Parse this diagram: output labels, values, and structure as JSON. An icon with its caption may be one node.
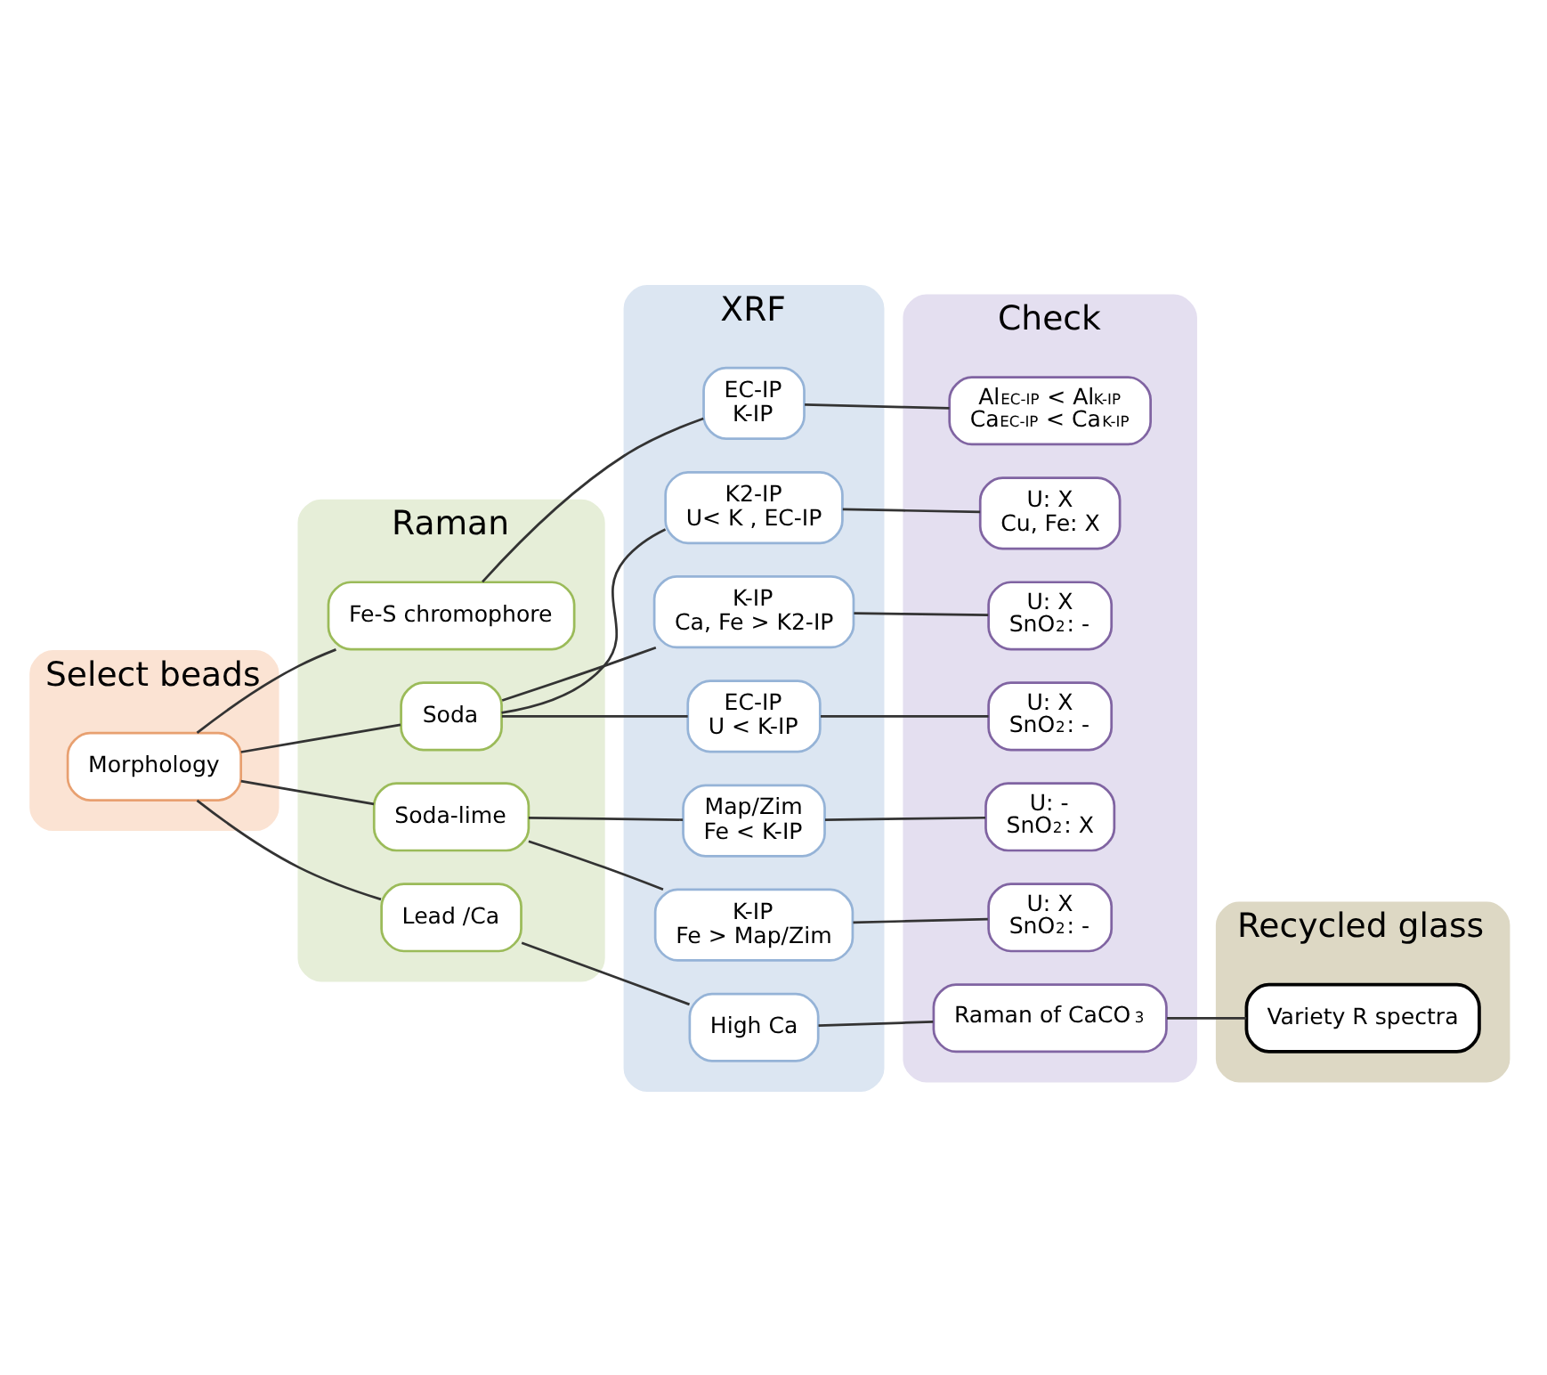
{
  "diagram": {
    "nodes": [
      {
        "text": [
          "Select beads"
        ]
      },
      {
        "text": [
          "Morphology"
        ],
        "in": 0
      },
      {
        "text": [
          "Raman"
        ]
      },
      {
        "text": [
          "Fe-S chromophore"
        ],
        "in": 2
      },
      {
        "text": [
          "Soda"
        ],
        "in": 2
      },
      {
        "text": [
          "Soda-lime"
        ],
        "in": 2
      },
      {
        "text": [
          "Lead /Ca"
        ],
        "in": 2
      },
      {
        "text": [
          "XRF"
        ]
      },
      {
        "text": [
          "EC-IP",
          "K-IP"
        ],
        "in": 7
      },
      {
        "text": [
          "K2-IP",
          "U< K , EC-IP"
        ],
        "in": 7
      },
      {
        "text": [
          "K-IP",
          "Ca, Fe > K2-IP"
        ],
        "in": 7
      },
      {
        "text": [
          "EC-IP",
          "U < K-IP"
        ],
        "in": 7
      },
      {
        "text": [
          "Map/Zim",
          "Fe < K-IP"
        ],
        "in": 7
      },
      {
        "text": [
          "K-IP",
          "Fe > Map/Zim"
        ],
        "in": 7
      },
      {
        "text": [
          "High Ca"
        ],
        "in": 7
      },
      {
        "text": [
          "Check"
        ]
      },
      {
        "text": [
          "Al$_{EC-IP}$ < Al$_{K-IP}$",
          "Ca$_{EC-IP}$ < Ca$_{K-IP}$"
        ],
        "in": 15
      },
      {
        "text": [
          "U: X",
          "Cu, Fe: X"
        ],
        "in": 15
      },
      {
        "text": [
          "U: X",
          "SnO$_{2}$: -"
        ],
        "in": 15
      },
      {
        "text": [
          "U: X",
          "SnO$_{2}$: -"
        ],
        "in": 15
      },
      {
        "text": [
          "U: -",
          "SnO$_{2}$: X"
        ],
        "in": 15
      },
      {
        "text": [
          "U: X",
          "SnO$_{2}$: -"
        ],
        "in": 15
      },
      {
        "text": [
          "Raman of CaCO$_{3}$"
        ],
        "in": 15
      },
      {
        "text": [
          "Recycled glass"
        ]
      },
      {
        "text": [
          "Variety R spectra"
        ],
        "in": 23
      }
    ],
    "edges": [
      {
        "from": 1,
        "to": 3,
        "arrow": "none"
      },
      {
        "from": 1,
        "to": 4,
        "arrow": "none"
      },
      {
        "from": 1,
        "to": 5,
        "arrow": "none"
      },
      {
        "from": 1,
        "to": 6,
        "arrow": "none"
      },
      {
        "from": 3,
        "to": 8,
        "arrow": "none"
      },
      {
        "from": 4,
        "to": 9,
        "arrow": "none"
      },
      {
        "from": 4,
        "to": 10,
        "arrow": "none"
      },
      {
        "from": 4,
        "to": 11,
        "arrow": "none"
      },
      {
        "from": 5,
        "to": 12,
        "arrow": "none"
      },
      {
        "from": 5,
        "to": 13,
        "arrow": "none"
      },
      {
        "from": 6,
        "to": 14,
        "arrow": "none"
      },
      {
        "from": 8,
        "to": 16,
        "arrow": "none"
      },
      {
        "from": 9,
        "to": 17,
        "arrow": "none"
      },
      {
        "from": 10,
        "to": 18,
        "arrow": "none"
      },
      {
        "from": 11,
        "to": 19,
        "arrow": "none"
      },
      {
        "from": 12,
        "to": 20,
        "arrow": "none"
      },
      {
        "from": 13,
        "to": 21,
        "arrow": "none"
      },
      {
        "from": 14,
        "to": 22,
        "arrow": "none"
      },
      {
        "from": 22,
        "to": 24,
        "arrow": "none"
      }
    ]
  }
}
